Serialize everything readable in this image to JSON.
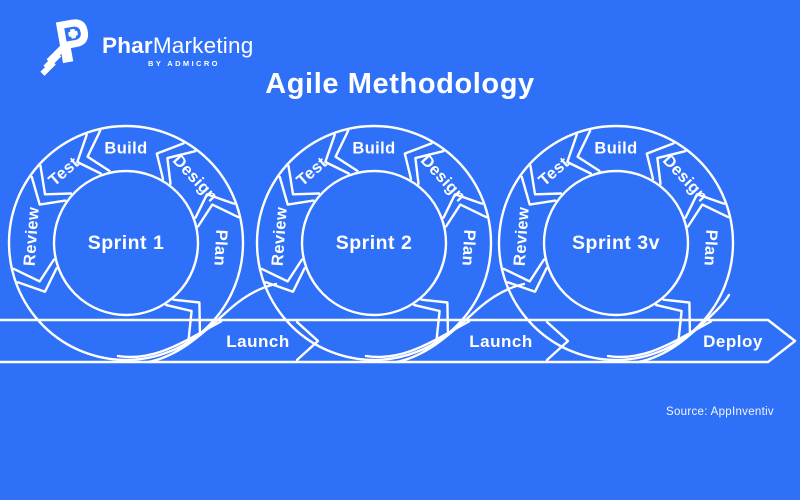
{
  "colors": {
    "background": "#2e70f8",
    "line": "#ffffff"
  },
  "logo": {
    "brand_bold": "Phar",
    "brand_regular": "Marketing",
    "tagline": "BY ADMICRO"
  },
  "title": "Agile Methodology",
  "diagram": {
    "steps": [
      "Review",
      "Test",
      "Build",
      "Design",
      "Plan"
    ],
    "sprints": [
      {
        "name": "Sprint 1"
      },
      {
        "name": "Sprint 2"
      },
      {
        "name": "Sprint 3v"
      }
    ],
    "band_labels": [
      {
        "text": "Launch"
      },
      {
        "text": "Launch"
      },
      {
        "text": "Deploy"
      }
    ]
  },
  "source": "Source: AppInventiv"
}
